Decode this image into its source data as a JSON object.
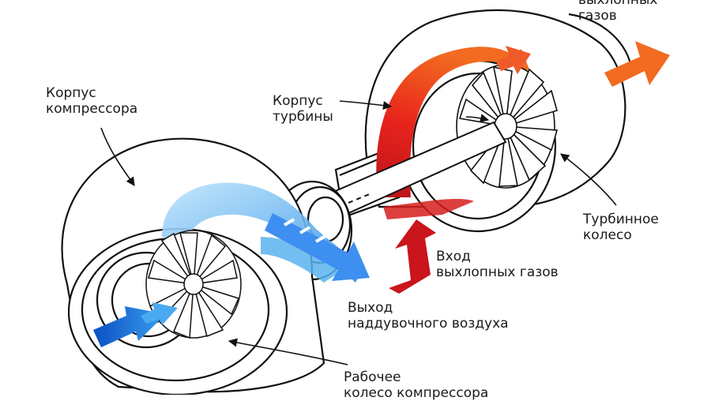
{
  "labels": {
    "compressor_housing": {
      "line1": "Корпус",
      "line2": "компрессора"
    },
    "turbine_housing": {
      "line1": "Корпус",
      "line2": "турбины"
    },
    "exhaust_out": {
      "line1": "выхлопных",
      "line2": "газов"
    },
    "turbine_wheel": {
      "line1": "Турбинное",
      "line2": "колесо"
    },
    "exhaust_in": {
      "line1": "Вход",
      "line2": "выхлопных газов"
    },
    "boost_out": {
      "line1": "Выход",
      "line2": "наддувочного воздуха"
    },
    "compressor_wheel": {
      "line1": "Рабочее",
      "line2": "колесо компрессора"
    }
  },
  "colors": {
    "exhaust_hot": "#e8231c",
    "exhaust_mid": "#f05a28",
    "exhaust_out": "#f26b21",
    "exhaust_in": "#c9151b",
    "air_light": "#8ccff5",
    "air_dark": "#1565d8",
    "outline": "#111111"
  }
}
